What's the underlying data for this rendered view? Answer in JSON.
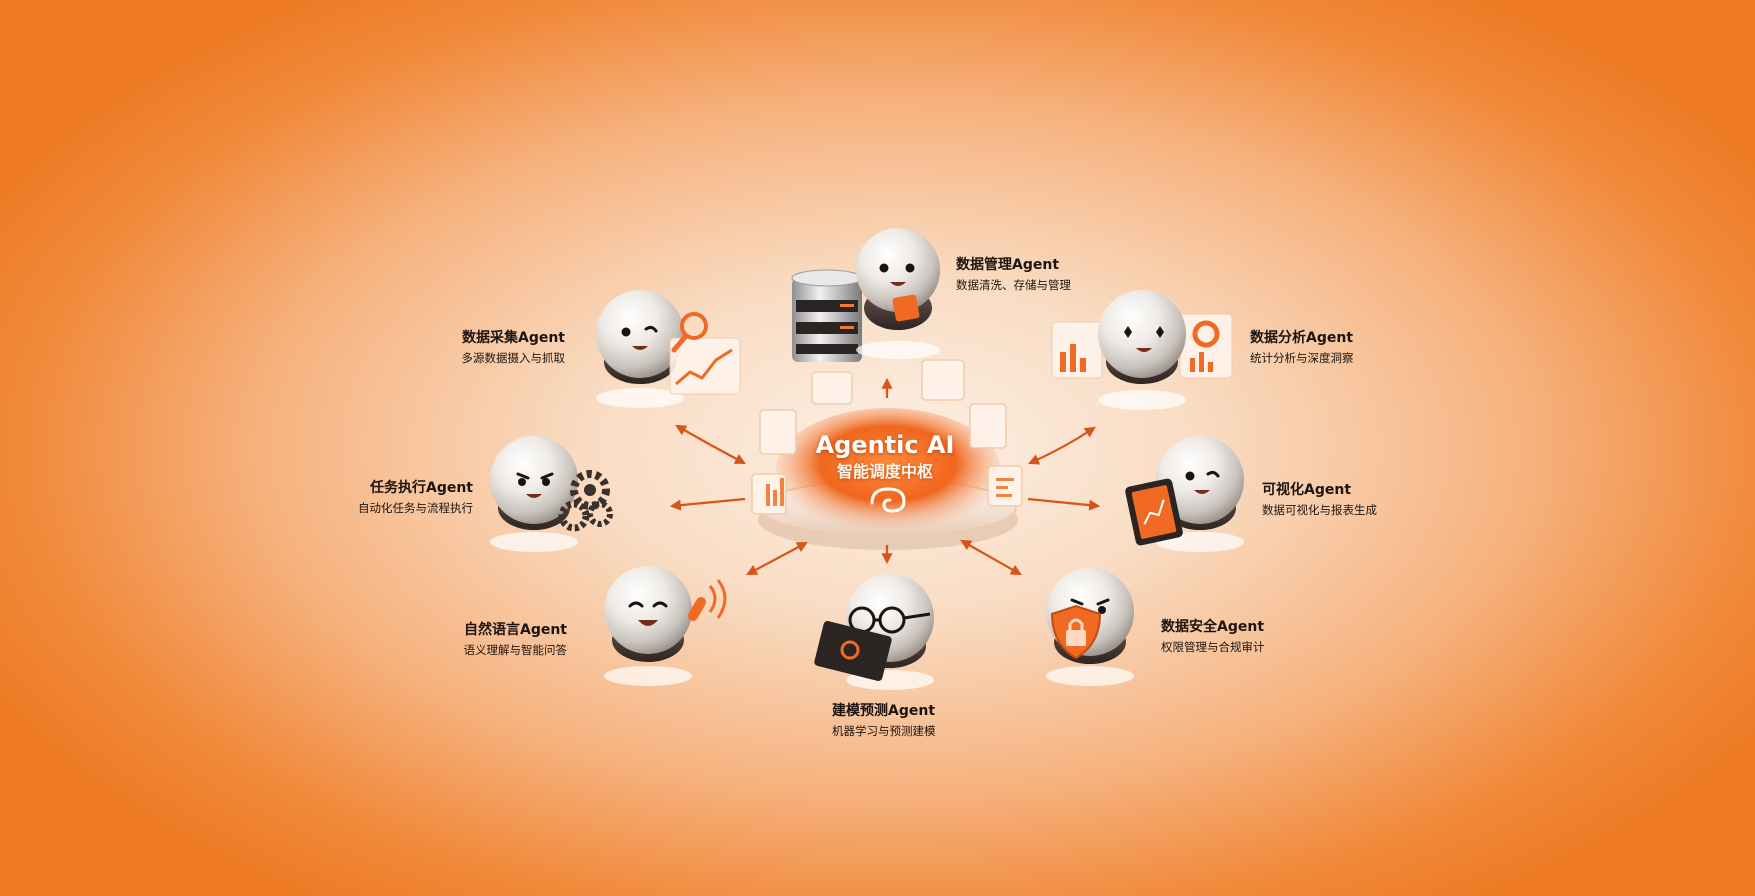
{
  "hub": {
    "title": "Agentic AI",
    "subtitle": "智能调度中枢",
    "icon": "swirl-logo-icon"
  },
  "agents": [
    {
      "key": "data-management",
      "title": "数据管理Agent",
      "desc": "数据清洗、存储与管理",
      "prop": "database-server-icon"
    },
    {
      "key": "data-collection",
      "title": "数据采集Agent",
      "desc": "多源数据摄入与抓取",
      "prop": "magnifier-chart-icon"
    },
    {
      "key": "data-analysis",
      "title": "数据分析Agent",
      "desc": "统计分析与深度洞察",
      "prop": "dashboard-panels-icon"
    },
    {
      "key": "task-execution",
      "title": "任务执行Agent",
      "desc": "自动化任务与流程执行",
      "prop": "gears-icon"
    },
    {
      "key": "visualization",
      "title": "可视化Agent",
      "desc": "数据可视化与报表生成",
      "prop": "tablet-chart-icon"
    },
    {
      "key": "natural-language",
      "title": "自然语言Agent",
      "desc": "语义理解与智能问答",
      "prop": "microphone-waves-icon"
    },
    {
      "key": "data-security",
      "title": "数据安全Agent",
      "desc": "权限管理与合规审计",
      "prop": "shield-lock-icon"
    },
    {
      "key": "modeling-prediction",
      "title": "建模预测Agent",
      "desc": "机器学习与预测建模",
      "prop": "laptop-glasses-icon"
    }
  ],
  "colors": {
    "accent": "#e8611a",
    "arrow": "#d8551a",
    "background_edge": "#ee7a24",
    "background_center": "#fcefe4",
    "text": "#1c1410"
  }
}
